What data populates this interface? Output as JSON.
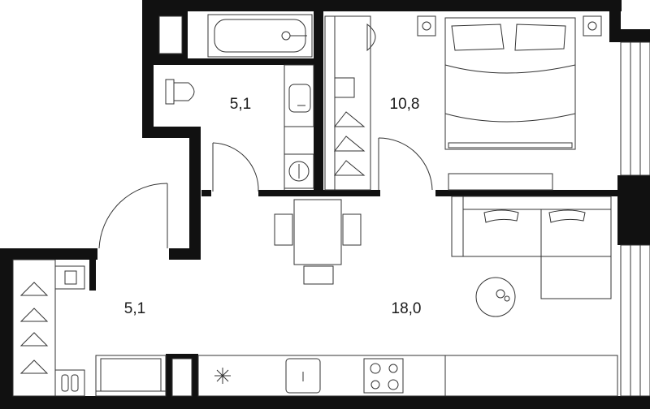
{
  "plan": {
    "rooms": [
      {
        "id": "bathroom",
        "area": "5,1"
      },
      {
        "id": "bedroom",
        "area": "10,8"
      },
      {
        "id": "hallway",
        "area": "5,1"
      },
      {
        "id": "living-kitchen",
        "area": "18,0"
      }
    ],
    "colors": {
      "wall": "#111111",
      "line": "#333333",
      "background": "#ffffff"
    }
  }
}
